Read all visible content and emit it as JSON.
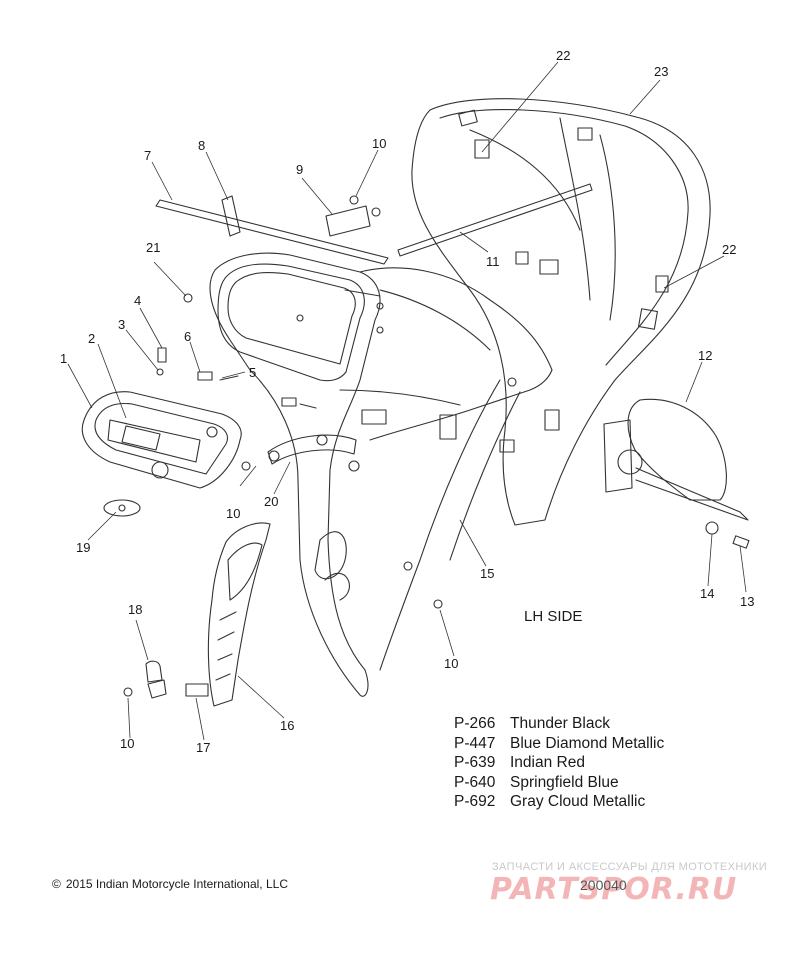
{
  "callouts": [
    "1",
    "2",
    "3",
    "4",
    "5",
    "6",
    "7",
    "8",
    "9",
    "10",
    "10",
    "10",
    "10",
    "11",
    "12",
    "13",
    "14",
    "15",
    "16",
    "17",
    "18",
    "19",
    "20",
    "21",
    "22",
    "22",
    "23"
  ],
  "side_label": "LH SIDE",
  "paint_codes": [
    {
      "code": "P-266",
      "name": "Thunder Black"
    },
    {
      "code": "P-447",
      "name": "Blue Diamond Metallic"
    },
    {
      "code": "P-639",
      "name": "Indian Red"
    },
    {
      "code": "P-640",
      "name": "Springfield Blue"
    },
    {
      "code": "P-692",
      "name": "Gray Cloud Metallic"
    }
  ],
  "copyright": "2015 Indian Motorcycle International, LLC",
  "copyright_symbol": "©",
  "diagram_id": "200040",
  "watermark": {
    "line": "ЗАПЧАСТИ И АКСЕССУАРЫ ДЛЯ МОТОТЕХНИКИ",
    "logo": "PARTSPOR.RU"
  }
}
